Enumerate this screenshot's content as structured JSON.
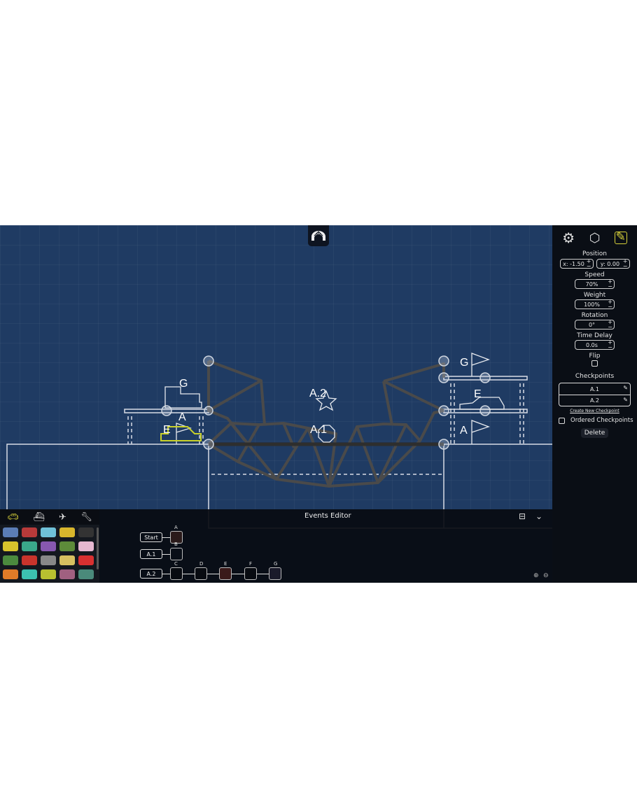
{
  "scene": {
    "labels": {
      "left_g": "G",
      "left_a": "A",
      "left_e": "E",
      "a2": "A.2",
      "a1": "A.1",
      "right_g": "G",
      "right_e": "E",
      "right_a": "A"
    }
  },
  "mode_icon": "bridge-arch-icon",
  "panel": {
    "tabs": [
      "gear-icon",
      "shapes-icon",
      "edit-icon"
    ],
    "position_label": "Position",
    "pos_x": "x: -1.50",
    "pos_y": "y: 0.00",
    "speed_label": "Speed",
    "speed": "70%",
    "weight_label": "Weight",
    "weight": "100%",
    "rotation_label": "Rotation",
    "rotation": "0°",
    "delay_label": "Time Delay",
    "delay": "0.0s",
    "flip_label": "Flip",
    "checkpoints_label": "Checkpoints",
    "checkpoints": [
      "A.1",
      "A.2"
    ],
    "create_label": "Create New Checkpoint",
    "ordered_label": "Ordered Checkpoints",
    "delete_label": "Delete"
  },
  "events": {
    "title": "Events Editor",
    "rows": [
      {
        "trigger": "Start",
        "steps": [
          "A"
        ]
      },
      {
        "trigger": "A.1",
        "steps": [
          "B"
        ]
      },
      {
        "trigger": "A.2",
        "steps": [
          "C",
          "D",
          "E",
          "F",
          "G"
        ]
      }
    ]
  },
  "colors": {
    "scene": "#1f3b63",
    "panel": "#0a0e15",
    "accent": "#d8d23a"
  }
}
